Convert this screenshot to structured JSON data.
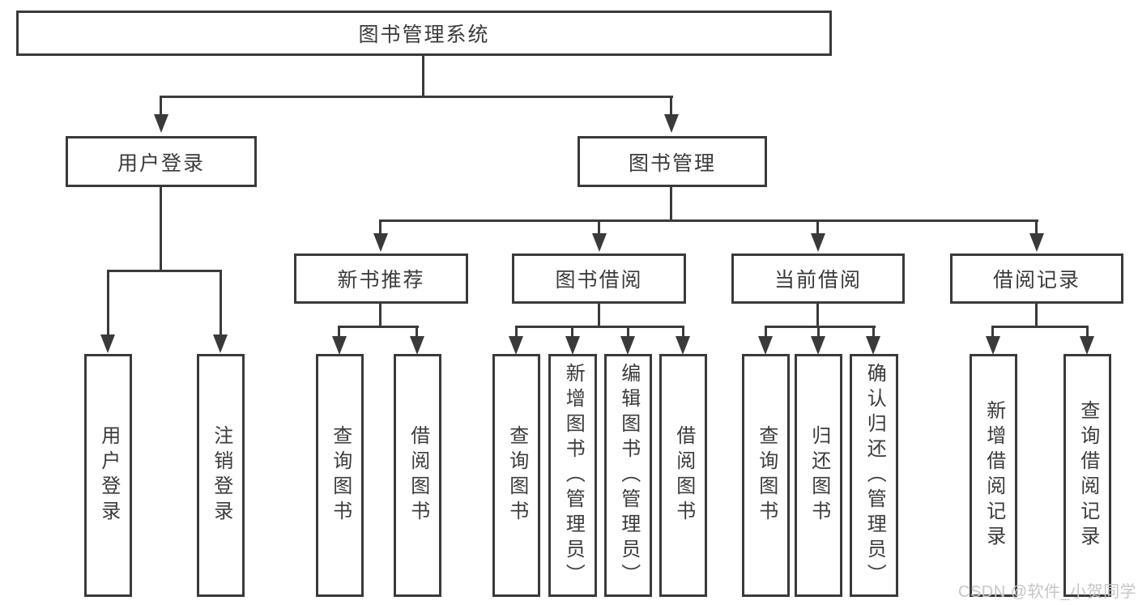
{
  "tree": {
    "root": {
      "label": "图书管理系统"
    },
    "user_login": {
      "label": "用户登录",
      "leaves": [
        "用户登录",
        "注销登录"
      ]
    },
    "book_mgmt": {
      "label": "图书管理",
      "sections": [
        {
          "label": "新书推荐",
          "leaves": [
            "查询图书",
            "借阅图书"
          ]
        },
        {
          "label": "图书借阅",
          "leaves": [
            "查询图书",
            "新增图书（管理员）",
            "编辑图书（管理员）",
            "借阅图书"
          ]
        },
        {
          "label": "当前借阅",
          "leaves": [
            "查询图书",
            "归还图书",
            "确认归还（管理员）"
          ]
        },
        {
          "label": "借阅记录",
          "leaves": [
            "新增借阅记录",
            "查询借阅记录"
          ]
        }
      ]
    }
  },
  "watermark": {
    "text": "CSDN @软件_小贺同学"
  },
  "colors": {
    "line": "#3a3a3a",
    "text": "#3b3b3b",
    "box_background": "#ffffff",
    "page_background": "#ffffff",
    "watermark": "#c4c6cb"
  }
}
